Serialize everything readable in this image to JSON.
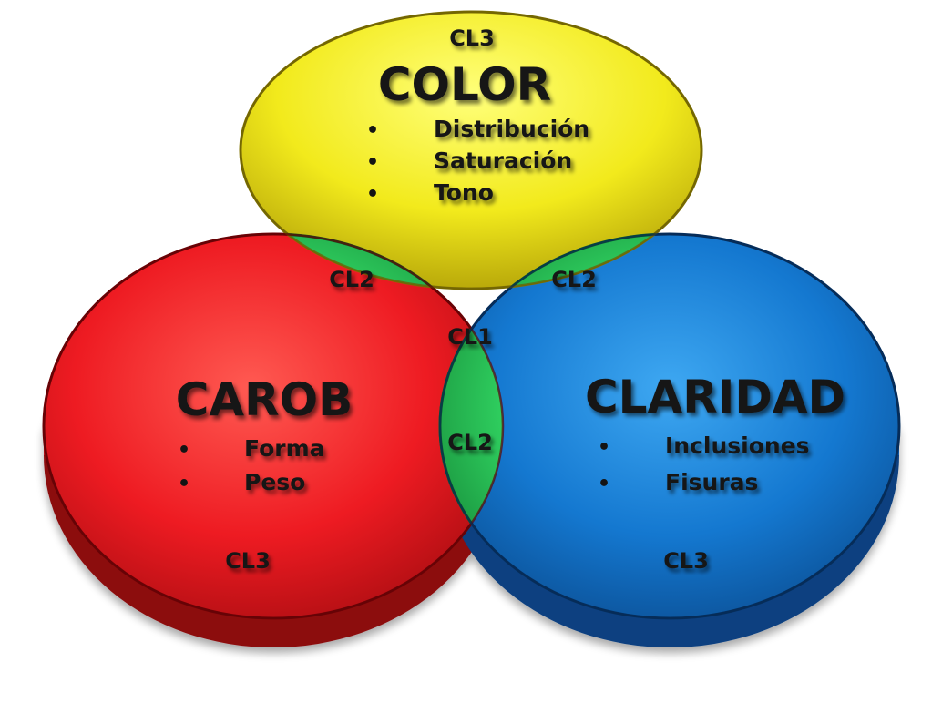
{
  "circles": {
    "color": {
      "title": "COLOR",
      "level": "CL3",
      "items": [
        "Distribución",
        "Saturación",
        "Tono"
      ],
      "fill": "#f2ea1c"
    },
    "carob": {
      "title": "CAROB",
      "level": "CL3",
      "items": [
        "Forma",
        "Peso"
      ],
      "fill": "#ee1b22"
    },
    "claridad": {
      "title": "CLARIDAD",
      "level": "CL3",
      "items": [
        "Inclusiones",
        "Fisuras"
      ],
      "fill": "#1478d0"
    }
  },
  "intersections": {
    "color_carob": "CL2",
    "color_claridad": "CL2",
    "carob_claridad": "CL2",
    "center": "CL1"
  },
  "colors": {
    "overlap": "#2fcf5f",
    "center": "#e4e4e4"
  },
  "bullet_symbol": "•"
}
